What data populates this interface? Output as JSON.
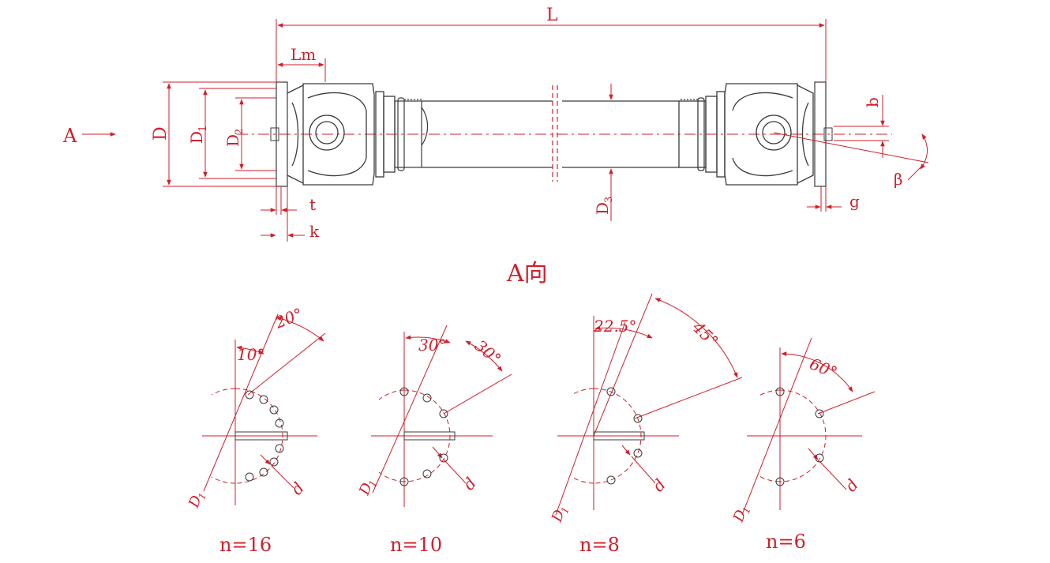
{
  "colors": {
    "outline": "#3a3a3a",
    "dimension": "#d21e2a",
    "center": "#d21e2a"
  },
  "shaft_view": {
    "view_arrow": "A",
    "labels": {
      "L": "L",
      "Lm": "Lm",
      "D": "D",
      "D1": "D",
      "D1_sub": "1",
      "D2": "D",
      "D2_sub": "2",
      "D3": "D",
      "D3_sub": "3",
      "t": "t",
      "k": "k",
      "b": "b",
      "g": "g",
      "beta": "β"
    }
  },
  "section_title": "A向",
  "flange_views": [
    {
      "n_label": "n=16",
      "angle_a": "10°",
      "angle_b": "20°",
      "d_label": "d",
      "D1_label": "D",
      "D1_sub": "1"
    },
    {
      "n_label": "n=10",
      "angle_a": "30°",
      "angle_b": "30°",
      "d_label": "d",
      "D1_label": "D",
      "D1_sub": "1"
    },
    {
      "n_label": "n=8",
      "angle_a": "22.5°",
      "angle_b": "45°",
      "d_label": "d",
      "D1_label": "D",
      "D1_sub": "1"
    },
    {
      "n_label": "n=6",
      "angle_a": "60°",
      "d_label": "d",
      "D1_label": "D",
      "D1_sub": "1"
    }
  ]
}
